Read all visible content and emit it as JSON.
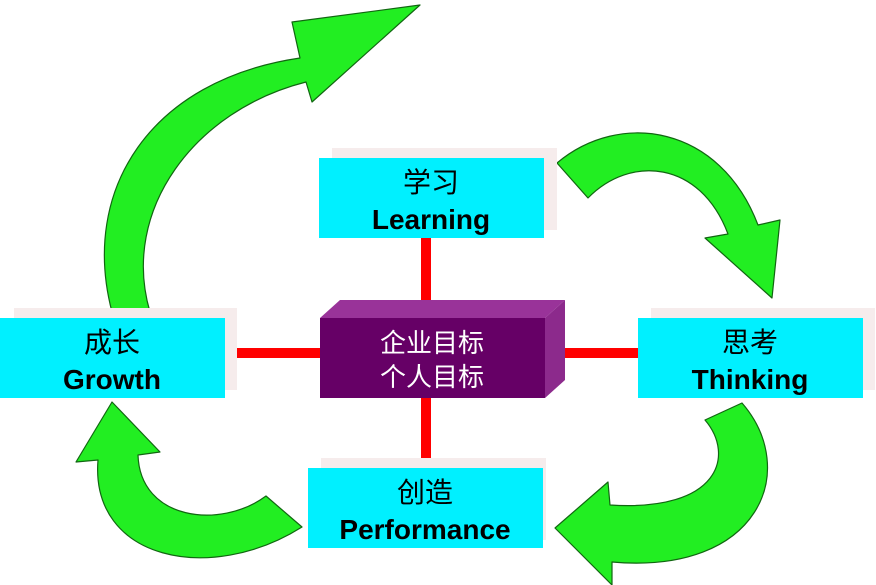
{
  "diagram": {
    "center": {
      "line1": "企业目标",
      "line2": "个人目标",
      "colors": {
        "front": "#660066",
        "top": "#993399",
        "side": "#8c2a8c"
      }
    },
    "nodes": {
      "learning": {
        "cn": "学习",
        "en": "Learning"
      },
      "thinking": {
        "cn": "思考",
        "en": "Thinking"
      },
      "performance": {
        "cn": "创造",
        "en": "Performance"
      },
      "growth": {
        "cn": "成长",
        "en": "Growth"
      }
    },
    "colors": {
      "box": "#00f0ff",
      "connector": "#ff0000",
      "arrow": "#22ee22"
    }
  }
}
